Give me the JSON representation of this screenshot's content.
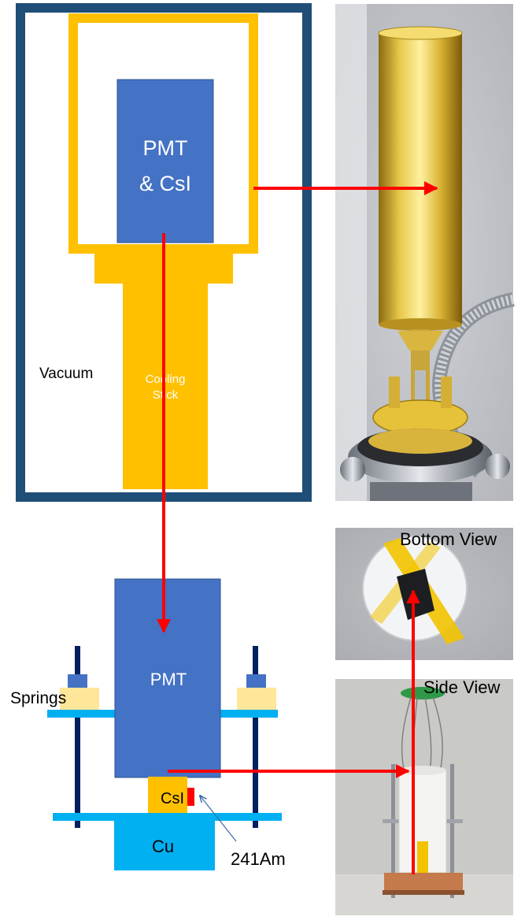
{
  "labels": {
    "pmt_csi_line1": "PMT",
    "pmt_csi_line2": "& CsI",
    "vacuum": "Vacuum",
    "cooling_line1": "Cooling",
    "cooling_line2": "Stick",
    "pmt": "PMT",
    "springs": "Springs",
    "csi": "CsI",
    "cu": "Cu",
    "source": "241Am",
    "bottom_view": "Bottom View",
    "side_view": "Side View"
  },
  "colors": {
    "vacuum_frame": "#1f4e79",
    "gold": "#ffc000",
    "pmt_blue": "#4472c4",
    "plate_cyan": "#00b0f0",
    "rod_navy": "#002060",
    "spring_tan": "#ffe699",
    "arrow_red": "#ff0000",
    "source_red": "#ff0000"
  }
}
